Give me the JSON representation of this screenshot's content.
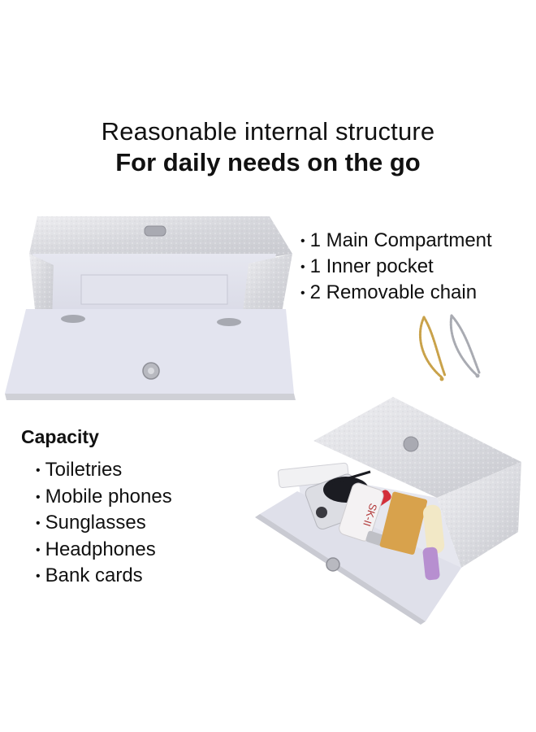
{
  "heading": {
    "line1": "Reasonable internal structure",
    "line2": "For daily needs on the go"
  },
  "features": [
    {
      "bullet": "•",
      "text": "1 Main Compartment"
    },
    {
      "bullet": "•",
      "text": "1 Inner pocket"
    },
    {
      "bullet": "•",
      "text": "2 Removable chain"
    }
  ],
  "capacity": {
    "title": "Capacity",
    "items": [
      {
        "bullet": "•",
        "text": "Toiletries"
      },
      {
        "bullet": "•",
        "text": "Mobile phones"
      },
      {
        "bullet": "•",
        "text": "Sunglasses"
      },
      {
        "bullet": "•",
        "text": "Headphones"
      },
      {
        "bullet": "•",
        "text": "Bank cards"
      }
    ]
  },
  "product_text": {
    "bottle_label": "SK-II"
  },
  "colors": {
    "bag_silver": "#d9dadf",
    "lining": "#e7e8f1",
    "chain_gold": "#c9a24a",
    "chain_silver": "#a9abb2",
    "lipstick": "#d32f3a"
  }
}
